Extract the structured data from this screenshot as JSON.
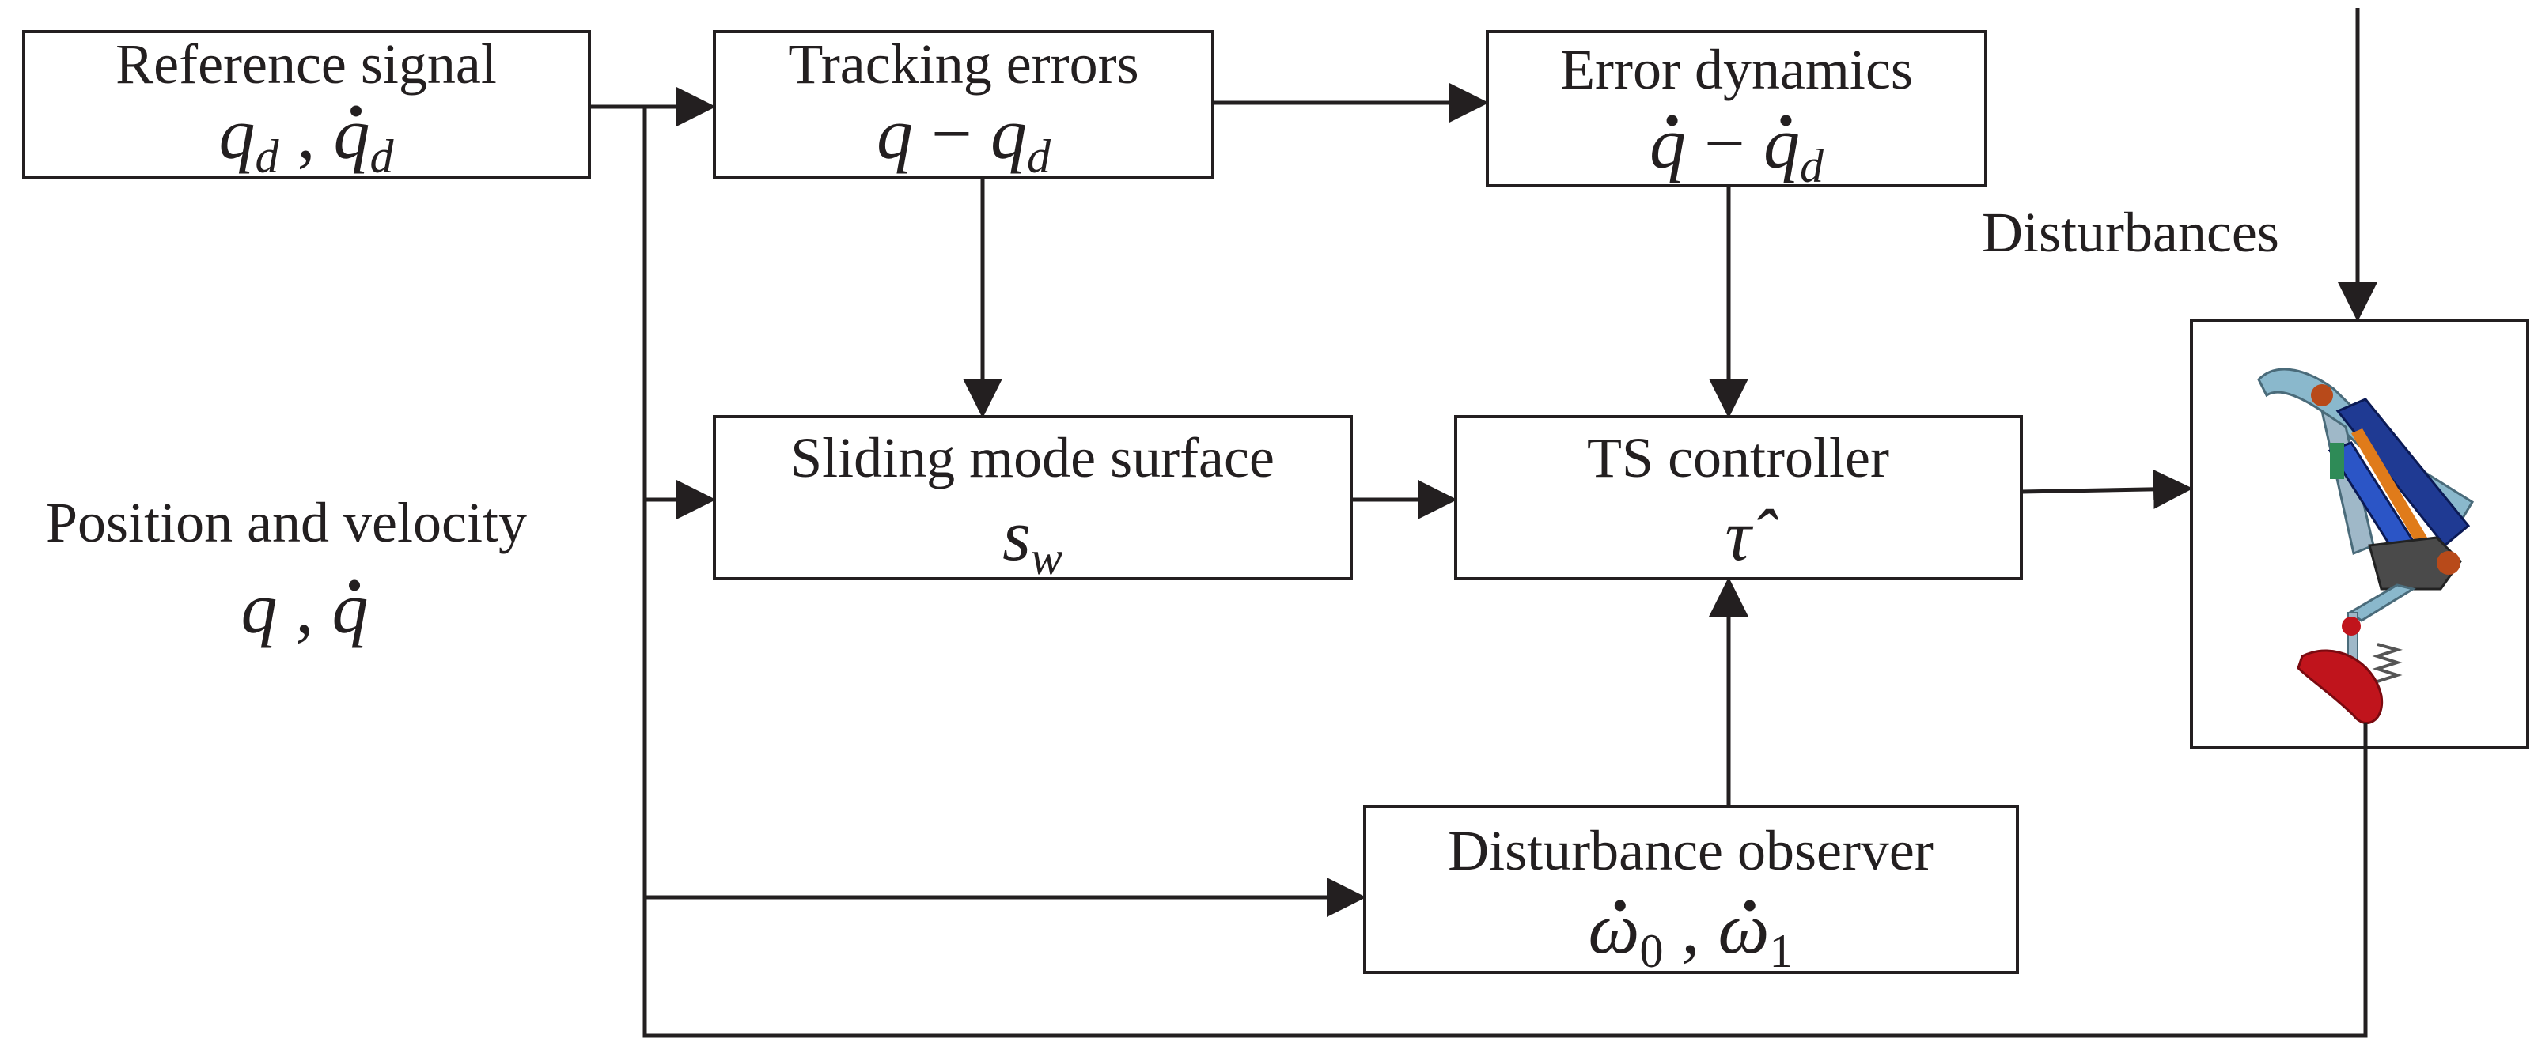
{
  "blocks": {
    "reference": {
      "title": "Reference signal",
      "math": [
        {
          "text": "q",
          "dot": false
        },
        {
          "text": "d",
          "sub": true
        },
        {
          "text": " , ",
          "upright": true
        },
        {
          "text": "q",
          "dot": true
        },
        {
          "text": "d",
          "sub": true
        }
      ]
    },
    "tracking": {
      "title": "Tracking errors",
      "math": [
        {
          "text": "q",
          "dot": false
        },
        {
          "text": " − ",
          "upright": true
        },
        {
          "text": "q",
          "dot": false
        },
        {
          "text": "d",
          "sub": true
        }
      ]
    },
    "error_dynamics": {
      "title": "Error dynamics",
      "math": [
        {
          "text": "q",
          "dot": true
        },
        {
          "text": " − ",
          "upright": true
        },
        {
          "text": "q",
          "dot": true
        },
        {
          "text": "d",
          "sub": true
        }
      ]
    },
    "sliding": {
      "title": "Sliding mode surface",
      "math": [
        {
          "text": "s",
          "dot": false
        },
        {
          "text": "w",
          "sub": true
        }
      ]
    },
    "ts_controller": {
      "title": "TS controller",
      "math": [
        {
          "text": "τ̂",
          "dot": false
        }
      ]
    },
    "observer": {
      "title": "Disturbance observer",
      "math": [
        {
          "text": "ω",
          "dot": true
        },
        {
          "text": "0",
          "sub": true,
          "upright": true
        },
        {
          "text": " , ",
          "upright": true
        },
        {
          "text": "ω",
          "dot": true
        },
        {
          "text": "1",
          "sub": true,
          "upright": true
        }
      ]
    }
  },
  "labels": {
    "disturbances": "Disturbances",
    "position_velocity": "Position and velocity",
    "position_velocity_math": [
      {
        "text": "q",
        "dot": false
      },
      {
        "text": " , ",
        "upright": true
      },
      {
        "text": "q",
        "dot": true
      }
    ]
  },
  "plant": {
    "icon": "exoskeleton-leg-icon",
    "colors": {
      "frame": "#8ab8cc",
      "actuator": "#1f3a93",
      "rod": "#e07b1a",
      "foot": "#c0141c",
      "joint": "#b84a1a",
      "spring": "#555555"
    }
  }
}
